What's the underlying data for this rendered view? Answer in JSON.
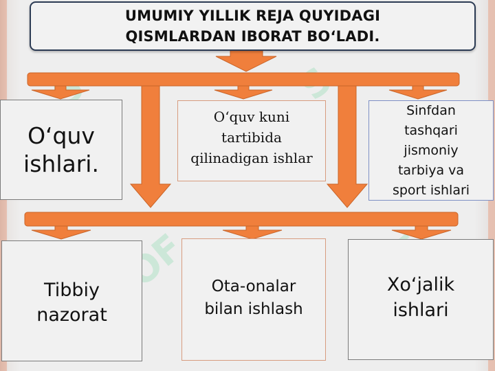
{
  "title": "UMUMIY YILLIK REJA QUYIDAGI QISMLARDAN IBORAT BO‘LADI.",
  "title_lines": [
    "UMUMIY YILLIK REJA QUYIDAGI",
    "QISMLARDAN IBORAT BO‘LADI."
  ],
  "top_row": [
    {
      "lines": [
        "O‘quv",
        "ishlari."
      ]
    },
    {
      "lines": [
        "O‘quv kuni",
        "tartibida",
        "qilinadigan ishlar"
      ]
    },
    {
      "lines": [
        "Sinfdan",
        "tashqari",
        "jismoniy",
        "tarbiya va",
        "sport ishlari"
      ]
    }
  ],
  "bottom_row": [
    {
      "lines": [
        "Tibbiy",
        "nazorat"
      ]
    },
    {
      "lines": [
        "Ota-onalar",
        "bilan ishlash"
      ]
    },
    {
      "lines": [
        "Xo‘jalik",
        "ishlari"
      ]
    }
  ],
  "watermark": "SOFT",
  "colors": {
    "arrow": "#f07f3c",
    "arrow_stroke": "#c96428",
    "title_border": "#2b3a53",
    "box_fill": "#f1f1f1"
  }
}
